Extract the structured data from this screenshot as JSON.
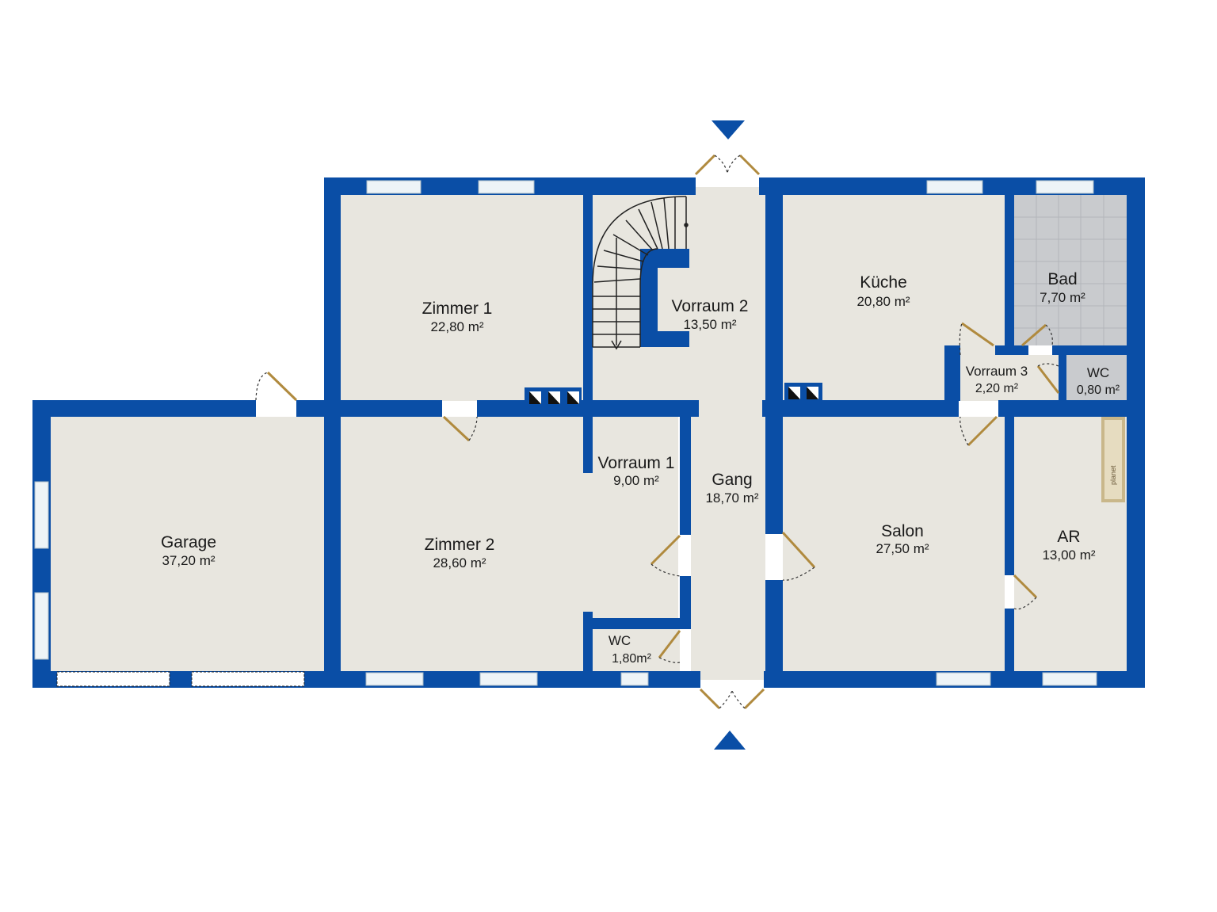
{
  "colors": {
    "wall": "#0a4ea6",
    "floor": "#e8e6df",
    "tile": "#c9cbce",
    "window": "#eef4f7",
    "door": "#b08a3e"
  },
  "rooms": {
    "zimmer1": {
      "name": "Zimmer 1",
      "area": "22,80 m²"
    },
    "vorraum2": {
      "name": "Vorraum 2",
      "area": "13,50 m²"
    },
    "kueche": {
      "name": "Küche",
      "area": "20,80 m²"
    },
    "bad": {
      "name": "Bad",
      "area": "7,70 m²"
    },
    "vorraum3": {
      "name": "Vorraum 3",
      "area": "2,20 m²"
    },
    "wc_small": {
      "name": "WC",
      "area": "0,80 m²"
    },
    "garage": {
      "name": "Garage",
      "area": "37,20 m²"
    },
    "zimmer2": {
      "name": "Zimmer 2",
      "area": "28,60 m²"
    },
    "vorraum1": {
      "name": "Vorraum 1",
      "area": "9,00 m²"
    },
    "gang": {
      "name": "Gang",
      "area": "18,70 m²"
    },
    "salon": {
      "name": "Salon",
      "area": "27,50 m²"
    },
    "ar": {
      "name": "AR",
      "area": "13,00 m²"
    },
    "wc": {
      "name": "WC",
      "area": "1,80m²"
    }
  },
  "logo": {
    "text": "planet"
  },
  "icons": {
    "entrance_top": "entrance-arrow-down-icon",
    "entrance_bottom": "entrance-arrow-up-icon",
    "stairs": "staircase-icon",
    "chimney": "chimney-flue-icon"
  }
}
